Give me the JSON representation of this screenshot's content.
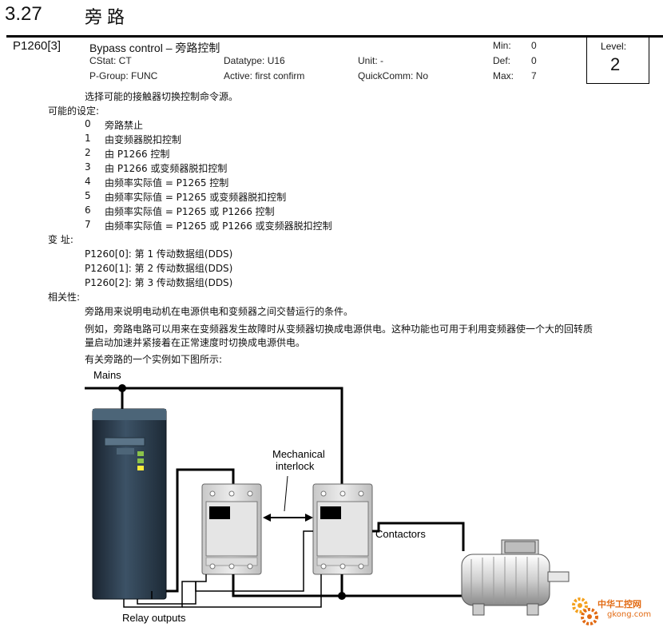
{
  "section": {
    "number": "3.27",
    "title": "旁路"
  },
  "parameter": {
    "id": "P1260[3]",
    "name": "Bypass control – 旁路控制",
    "cstat": "CStat: CT",
    "pgroup": "P-Group: FUNC",
    "datatype": "Datatype: U16",
    "active": "Active: first confirm",
    "unit": "Unit: -",
    "quickcomm": "QuickComm: No",
    "min_label": "Min:",
    "min_value": "0",
    "def_label": "Def:",
    "def_value": "0",
    "max_label": "Max:",
    "max_value": "7",
    "level_label": "Level:",
    "level_value": "2"
  },
  "description": "选择可能的接触器切换控制命令源。",
  "settings": {
    "heading": "可能的设定:",
    "items": [
      {
        "num": "0",
        "text": "旁路禁止"
      },
      {
        "num": "1",
        "text": "由变频器脱扣控制"
      },
      {
        "num": "2",
        "text": "由 P1266 控制"
      },
      {
        "num": "3",
        "text": "由 P1266 或变频器脱扣控制"
      },
      {
        "num": "4",
        "text": "由频率实际值 = P1265 控制"
      },
      {
        "num": "5",
        "text": "由频率实际值 = P1265 或变频器脱扣控制"
      },
      {
        "num": "6",
        "text": "由频率实际值 = P1265 或 P1266 控制"
      },
      {
        "num": "7",
        "text": "由频率实际值 = P1265 或 P1266 或变频器脱扣控制"
      }
    ]
  },
  "index": {
    "heading": "变   址:",
    "items": [
      "P1260[0]: 第 1 传动数据组(DDS)",
      "P1260[1]: 第 2 传动数据组(DDS)",
      "P1260[2]: 第 3 传动数据组(DDS)"
    ]
  },
  "dependency": {
    "heading": "相关性:",
    "para1": "旁路用来说明电动机在电源供电和变频器之间交替运行的条件。",
    "para2_line1": "例如，旁路电路可以用来在变频器发生故障时从变频器切换成电源供电。这种功能也可用于利用变频器使一个大的回转质",
    "para2_line2": "量启动加速并紧接着在正常速度时切换成电源供电。",
    "para3": "有关旁路的一个实例如下图所示:"
  },
  "diagram": {
    "mains": "Mains",
    "interlock_line1": "Mechanical",
    "interlock_line2": "interlock",
    "contactors": "Contactors",
    "relay_outputs": "Relay outputs"
  },
  "watermark": {
    "line1": "中华工控网",
    "line2": "gkong.com"
  },
  "colors": {
    "inverter_body": "#2c3e50",
    "led_green": "#8bc34a",
    "led_yellow": "#ffeb3b",
    "watermark": "#e26a12"
  }
}
